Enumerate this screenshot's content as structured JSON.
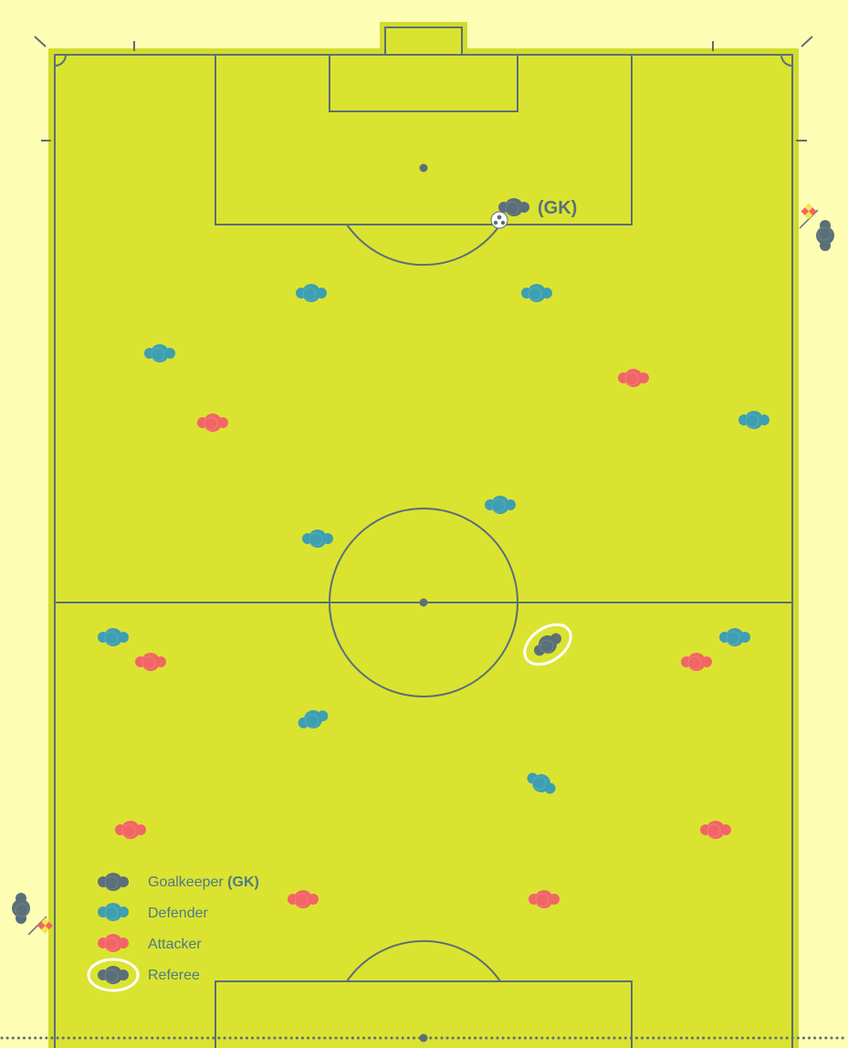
{
  "colors": {
    "background": "#fdfdb4",
    "pitch": "#dbe331",
    "pitch_border": "#d2dc2e",
    "lines": "#5b6f78",
    "goalkeeper": "#5b6f78",
    "defender": "#3d9fb0",
    "attacker": "#f26565",
    "referee_ring": "#ffffff",
    "flag_red": "#f26565",
    "flag_yellow": "#f4e84a"
  },
  "icons": {
    "player": "player-topdown-icon",
    "ball": "soccer-ball-icon",
    "flag": "linesman-flag-icon"
  },
  "gk_tag": "(GK)",
  "legend": {
    "goalkeeper_label": "Goalkeeper",
    "goalkeeper_suffix": "(GK)",
    "defender_label": "Defender",
    "attacker_label": "Attacker",
    "referee_label": "Referee"
  }
}
